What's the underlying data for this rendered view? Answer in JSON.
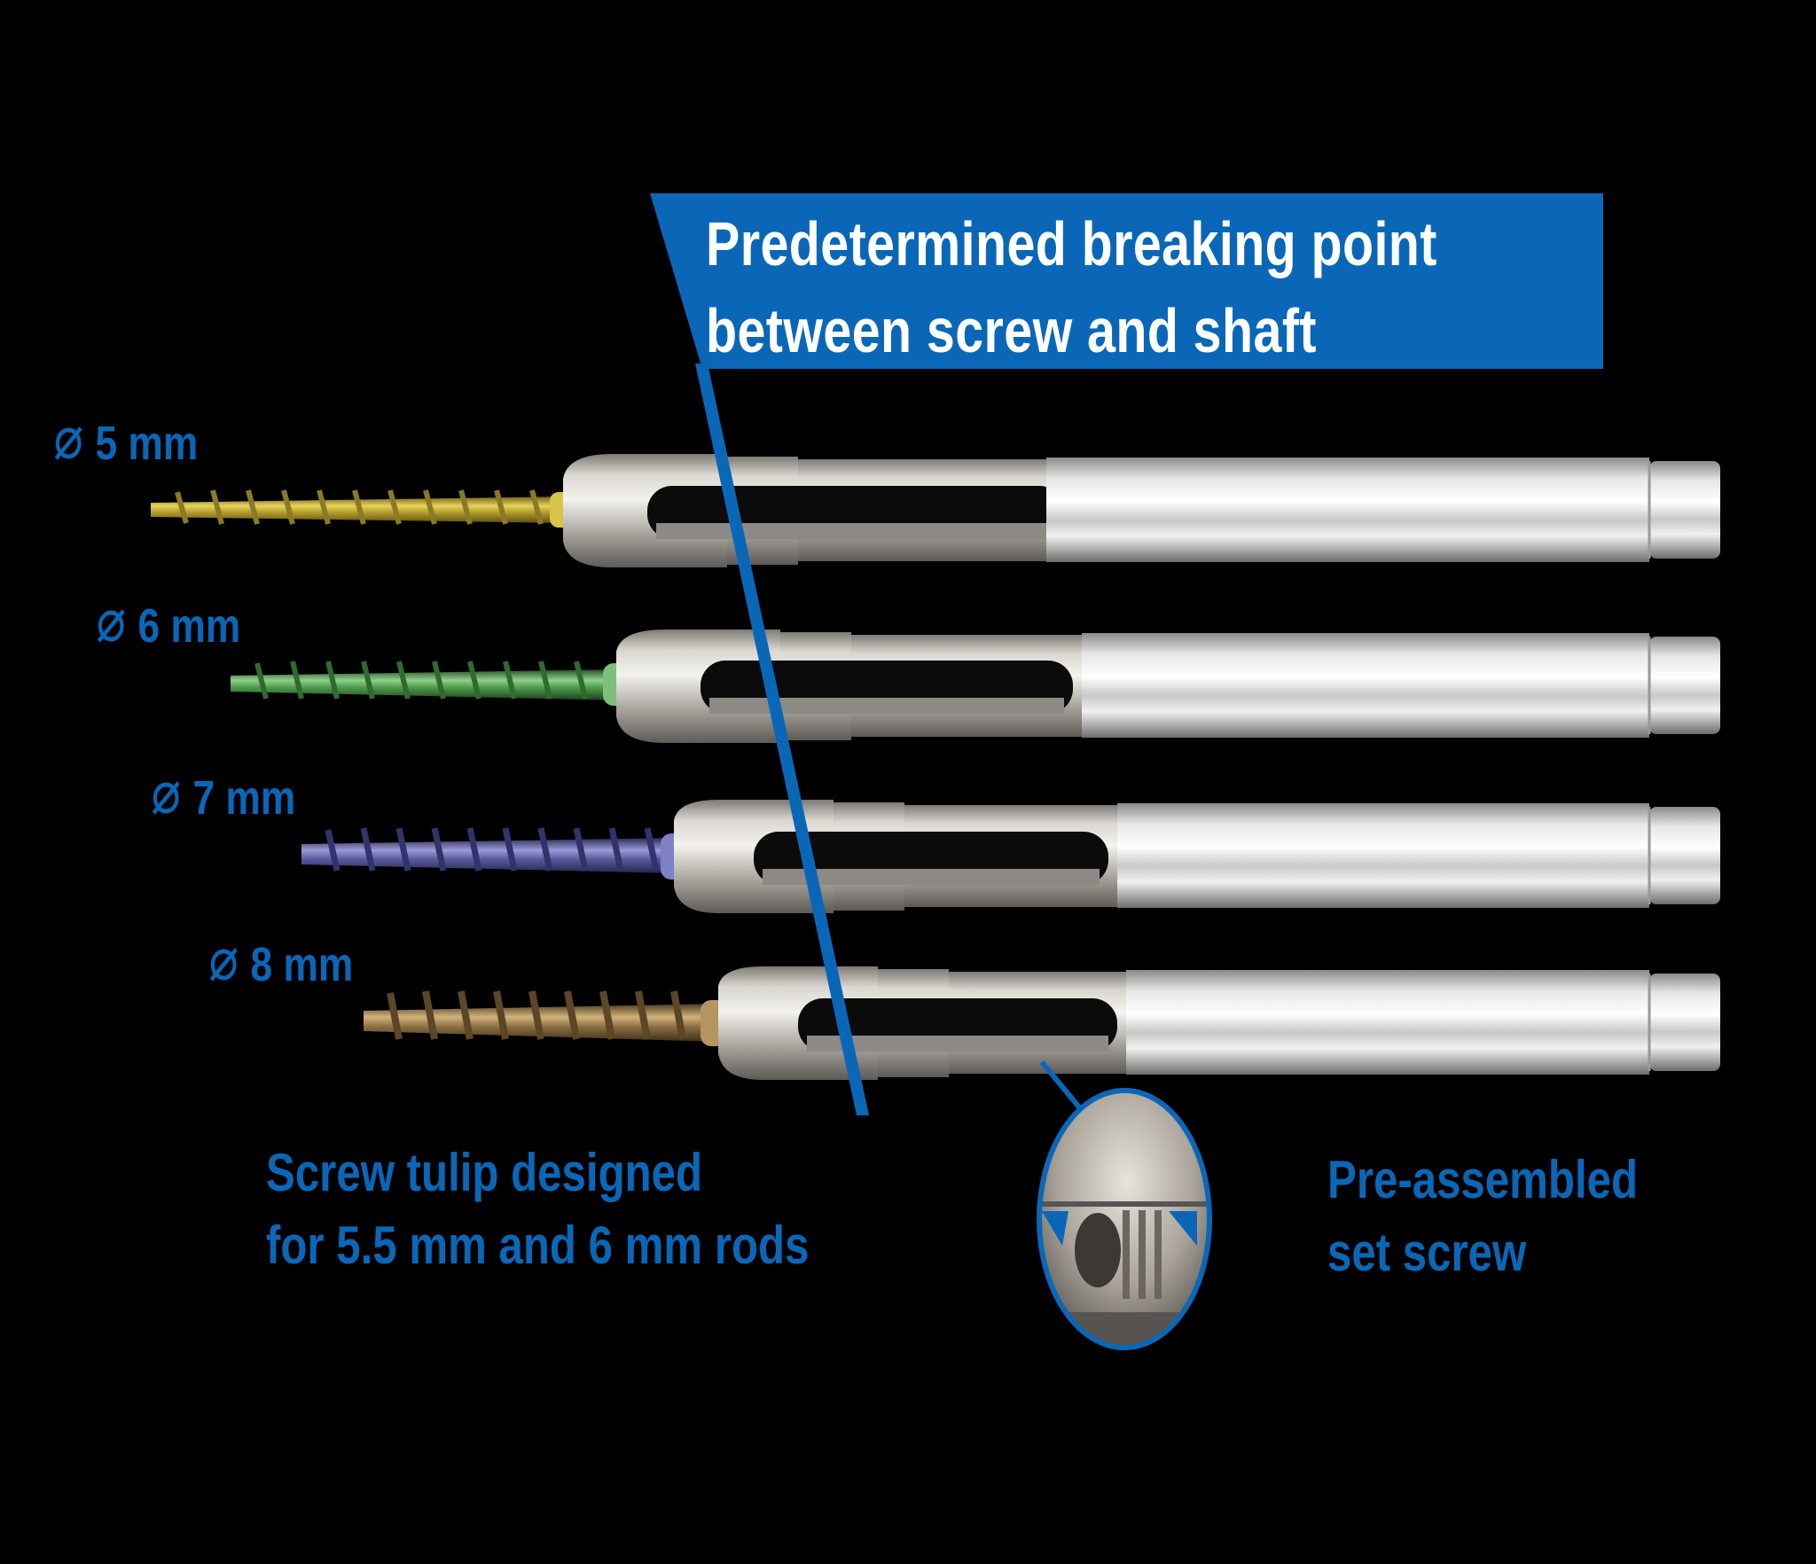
{
  "callout": {
    "line1": "Predetermined breaking point",
    "line2": "between screw and shaft"
  },
  "diameters": [
    {
      "label": "5 mm",
      "screw_color": "yellow-gold"
    },
    {
      "label": "6 mm",
      "screw_color": "green"
    },
    {
      "label": "7 mm",
      "screw_color": "blue-violet"
    },
    {
      "label": "8 mm",
      "screw_color": "bronze"
    }
  ],
  "diameter_icon": "diameter-symbol-icon",
  "tulip_label": {
    "line1": "Screw tulip designed",
    "line2": "for 5.5 mm and 6 mm rods"
  },
  "setscrew_label": {
    "line1": "Pre-assembled",
    "line2": "set screw"
  },
  "colors": {
    "accent_blue": "#0a67b8",
    "background": "#000000",
    "text_on_blue": "#ffffff",
    "screw_5mm": "#c9b43a",
    "screw_6mm": "#4f9a4f",
    "screw_7mm": "#5a5a9c",
    "screw_8mm": "#8f7446",
    "metal": "#bdb8b0"
  }
}
